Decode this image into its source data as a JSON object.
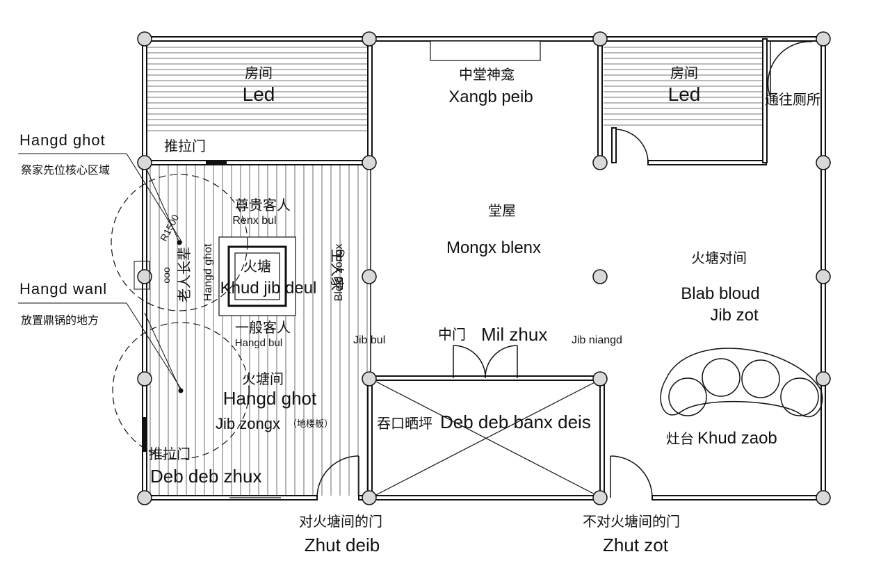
{
  "rooms": {
    "left_room_cn": "房间",
    "left_room_en": "Led",
    "right_room_cn": "房间",
    "right_room_en": "Led",
    "shrine_cn": "中堂神龛",
    "shrine_en": "Xangb peib",
    "toilet_cn": "通往厕所",
    "main_hall_cn": "堂屋",
    "main_hall_en": "Mongx blenx",
    "opposite_cn": "火塘对间",
    "opposite_en1": "Blab bloud",
    "opposite_en2": "Jib zot",
    "stove_cn": "灶台",
    "stove_en": "Khud zaob",
    "terrace_cn": "吞口晒坪",
    "terrace_en": "Deb deb banx deis",
    "firepit_room_cn": "火塘间",
    "firepit_room_en1": "Hangd ghot",
    "firepit_room_en2": "Jib zongx",
    "firepit_room_note": "（地楼板）"
  },
  "firepit": {
    "center_cn": "火塘",
    "center_en": "Khud jib deul",
    "honored_cn": "尊贵客人",
    "honored_en": "Renx bul",
    "host_cn": "主人家",
    "host_en": "Bleid zongx",
    "elder_cn": "老人长辈",
    "elder_en": "Hangd ghot",
    "guest_cn": "一般客人",
    "guest_en": "Hangd bul",
    "radius": "R1500",
    "circles": "ooo"
  },
  "doors": {
    "slide_top": "推拉门",
    "slide_bottom": "推拉门",
    "slide_bottom_en": "Deb deb zhux",
    "jib_bul": "Jib bul",
    "jib_niangd": "Jib niangd",
    "middle_cn": "中门",
    "middle_en": "Mil zhux",
    "front_left_cn": "对火塘间的门",
    "front_left_en": "Zhut deib",
    "front_right_cn": "不对火塘间的门",
    "front_right_en": "Zhut zot"
  },
  "annotations": {
    "hangd_ghot_label": "Hangd ghot",
    "hangd_ghot_desc": "祭家先位核心区域",
    "hangd_wanl_label": "Hangd wanl",
    "hangd_wanl_desc": "放置鼎锅的地方"
  }
}
